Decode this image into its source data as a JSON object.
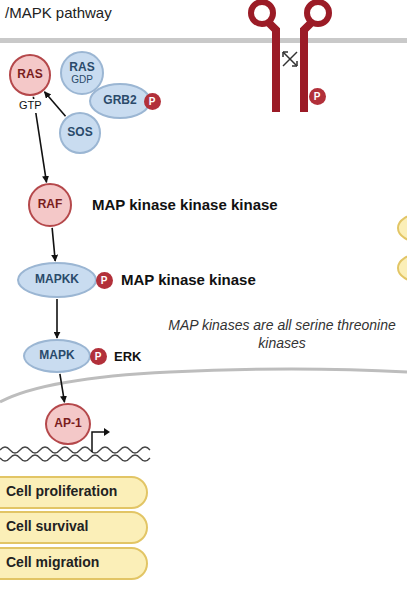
{
  "diagram": {
    "title": "/MAPK pathway",
    "nodes": [
      {
        "text": [
          "RAS"
        ]
      },
      {
        "text": [
          "RAS",
          "GDP"
        ]
      },
      {
        "text": [
          "GRB2"
        ]
      },
      {
        "text": [
          "P"
        ]
      },
      {
        "text": [
          "P"
        ]
      },
      {
        "text": [
          "SOS"
        ]
      },
      {
        "text": [
          "RAF"
        ]
      },
      {
        "text": [
          "MAPKK"
        ]
      },
      {
        "text": [
          "P"
        ]
      },
      {
        "text": [
          "MAPK"
        ]
      },
      {
        "text": [
          "P"
        ]
      },
      {
        "text": [
          "AP-1"
        ]
      },
      {
        "text": [
          "Cell proliferation"
        ]
      },
      {
        "text": [
          "Cell survival"
        ]
      },
      {
        "text": [
          "Cell migration"
        ]
      }
    ],
    "edges": [
      {
        "from": 5,
        "to": 0,
        "arrow": "to"
      },
      {
        "from": 0,
        "to": 6,
        "arrow": "to"
      },
      {
        "from": 6,
        "to": 7,
        "arrow": "to"
      },
      {
        "from": 7,
        "to": 9,
        "arrow": "to"
      },
      {
        "from": 9,
        "to": 11,
        "arrow": "to"
      }
    ],
    "labels": [
      "GTP",
      "MAP kinase kinase kinase",
      "MAP kinase kinase",
      "MAP kinases are all serine threonine kinases",
      "ERK"
    ]
  }
}
